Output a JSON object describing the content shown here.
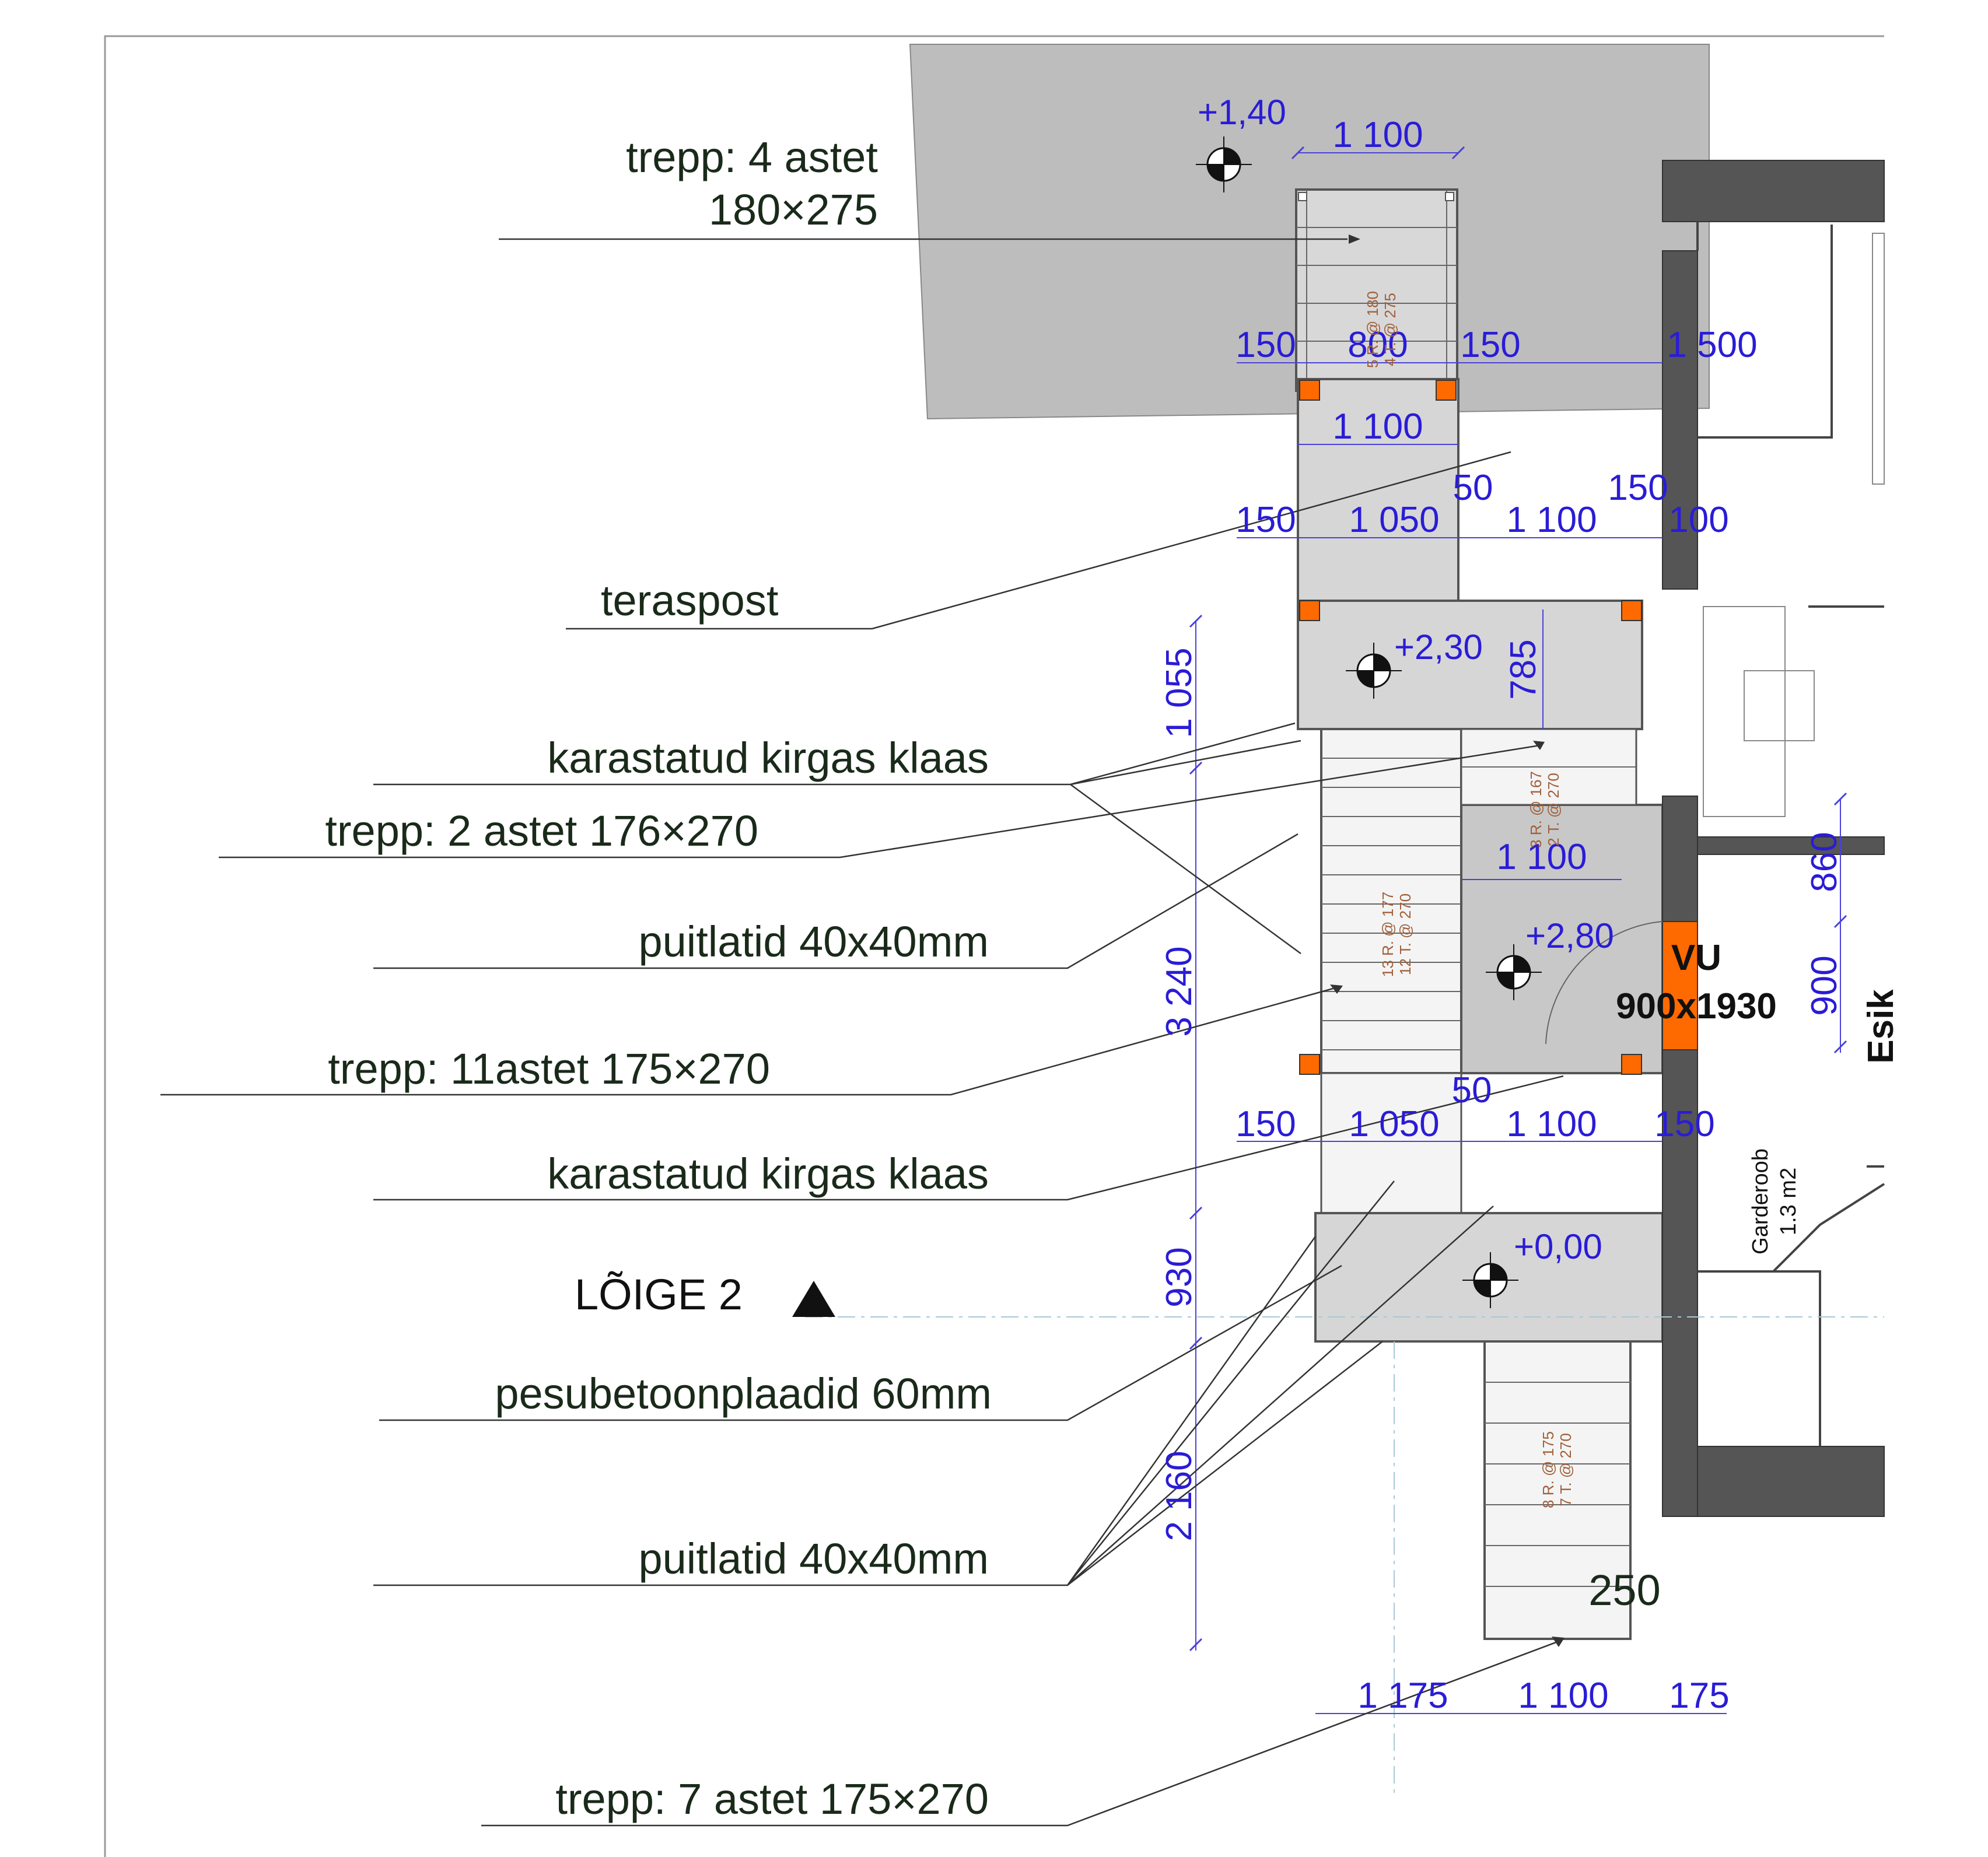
{
  "labels": {
    "trepp_4": "trepp: 4 astet",
    "trepp_4_size": "180×275",
    "teraspost": "teraspost",
    "klaas_1": "karastatud kirgas klaas",
    "trepp_2": "trepp: 2 astet  176×270",
    "puitlatid_1": "puitlatid 40x40mm",
    "trepp_11": "trepp: 11astet 175×270",
    "klaas_2": "karastatud kirgas klaas",
    "section": "LÕIGE 2",
    "pesubetoon": "pesubetoonplaadid 60mm",
    "puitlatid_2": "puitlatid 40x40mm",
    "trepp_7": "trepp: 7 astet 175×270"
  },
  "elevations": [
    "+1,40",
    "+2,30",
    "+2,80",
    "+0,00"
  ],
  "dimensions": {
    "top_width": "1 100",
    "row1": [
      "150",
      "800",
      "150",
      "1 500"
    ],
    "landing_width": "1 100",
    "row2_upper": [
      "50",
      "150"
    ],
    "row2": [
      "150",
      "1 050",
      "1 100",
      "100"
    ],
    "vertical_785": "785",
    "vertical_1055": "1 055",
    "mid_width": "1 100",
    "vertical_3240": "3 240",
    "row3_upper": "50",
    "row3": [
      "150",
      "1 050",
      "1 100",
      "150"
    ],
    "vertical_930": "930",
    "vertical_2160": "2 160",
    "bottom_250": "250",
    "bottom": [
      "1 175",
      "1 100",
      "175"
    ],
    "right_860": "860",
    "right_900": "900"
  },
  "stair_notes": {
    "s4_a": "5 R. @ 180",
    "s4_b": "4 T. @ 275",
    "s2_a": "3 R. @ 167",
    "s2_b": "2 T. @ 270",
    "s11_a": "13 R. @ 177",
    "s11_b": "12 T. @ 270",
    "s7_a": "8 R. @ 175",
    "s7_b": "7 T. @ 270"
  },
  "door": {
    "code": "VU",
    "size": "900x1930"
  },
  "room": {
    "name": "Garderoob",
    "area": "1.3 m2"
  },
  "cut_text": "Esik",
  "colors": {
    "terrace_gray": "#bdbdbd",
    "landing_gray": "#d6d6d6",
    "wall_dark": "#555555",
    "post_orange": "#ff6a00",
    "dimension_blue": "#2a1cd6",
    "stair_note_brown": "#a0603a"
  }
}
